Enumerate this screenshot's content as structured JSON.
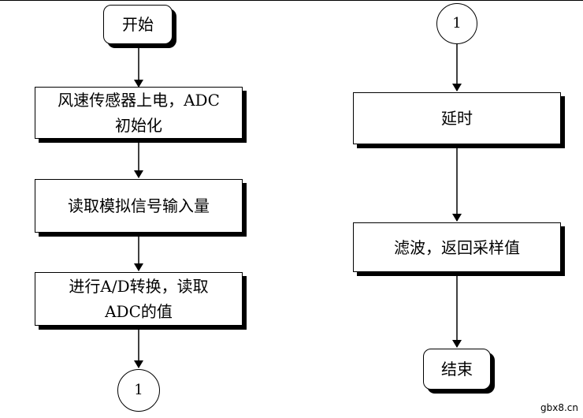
{
  "flow_left": {
    "start": "开始",
    "step1": "风速传感器上电，ADC\n初始化",
    "step2": "读取模拟信号输入量",
    "step3": "进行A/D转换，读取\nADC的值",
    "connector_out": "1"
  },
  "flow_right": {
    "connector_in": "1",
    "step1": "延时",
    "step2": "滤波，返回采样值",
    "end": "结束"
  },
  "watermark": "gbx8.cn"
}
